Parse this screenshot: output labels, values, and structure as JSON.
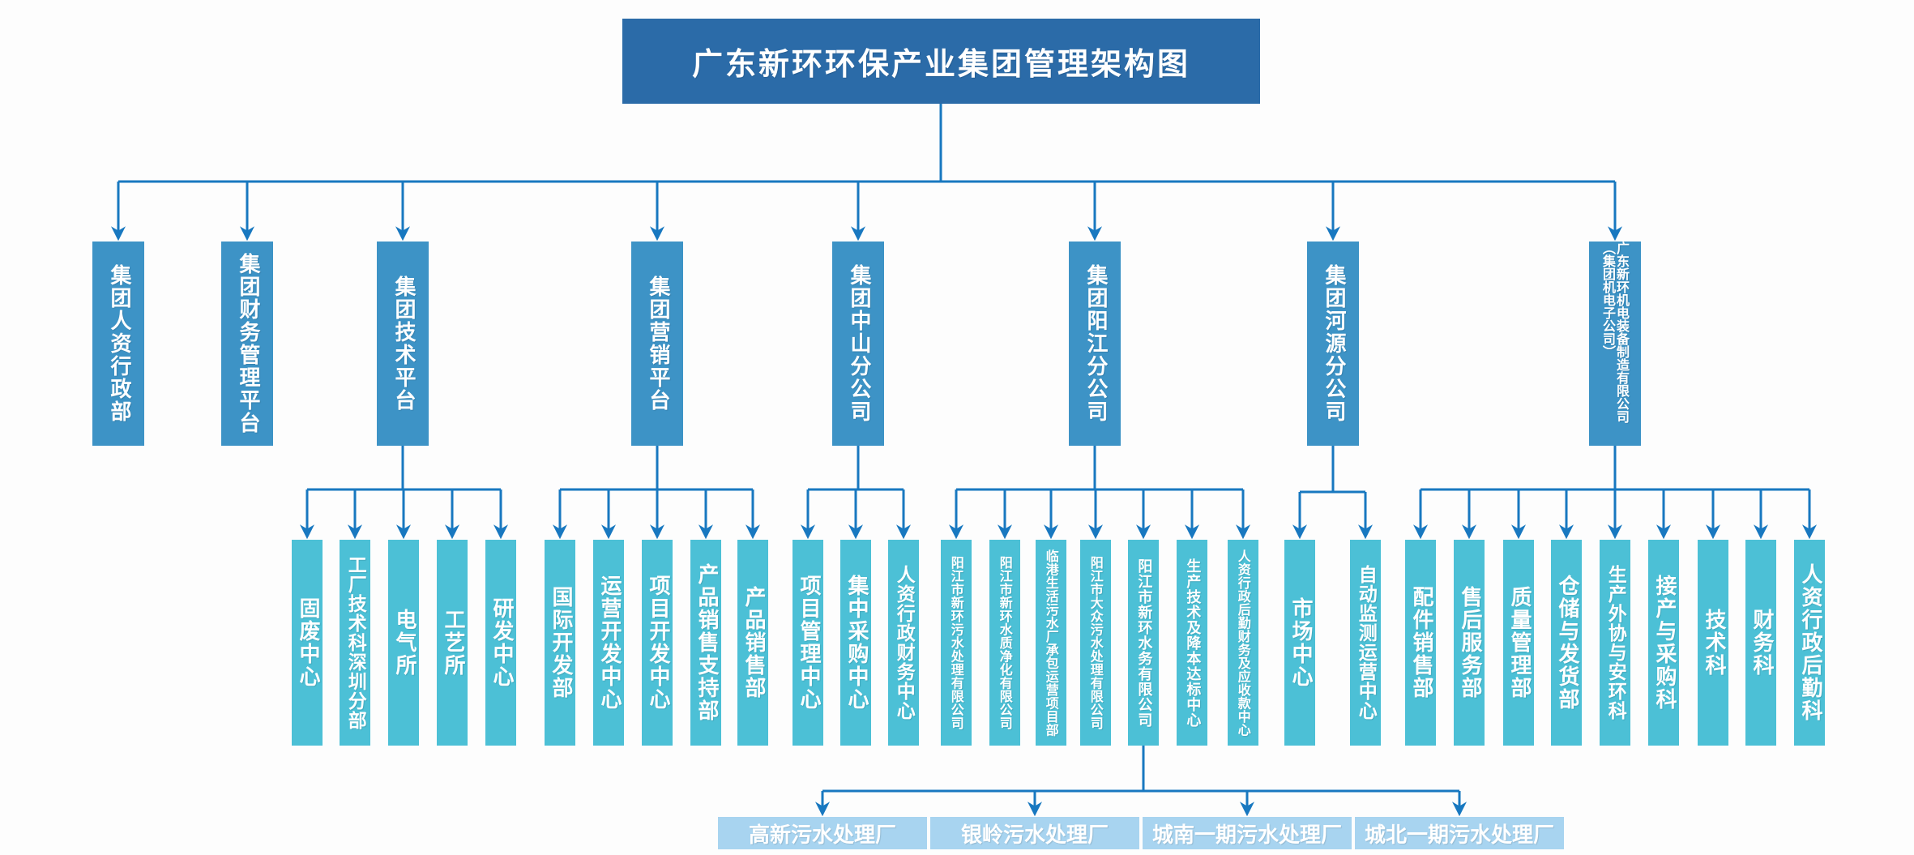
{
  "title": "广东新环环保产业集团管理架构图",
  "colors": {
    "title_bg": "#2B6BA8",
    "level2_bg": "#3D93C6",
    "level3_bg": "#4CC0D6",
    "level4_bg": "#A8D4F0",
    "connector": "#1878C0",
    "text": "#FFFFFF"
  },
  "level2": {
    "hr_admin": "集团人资行政部",
    "finance_platform": "集团财务管理平台",
    "tech_platform": "集团技术平台",
    "marketing_platform": "集团营销平台",
    "zhongshan_branch": "集团中山分公司",
    "yangjiang_branch": "集团阳江分公司",
    "heyuan_branch": "集团河源分公司",
    "equipment_company": "广东新环机电装备制造有限公司（集团机电子公司）"
  },
  "level3": {
    "tech_platform": [
      "固废中心",
      "工厂技术科深圳分部",
      "电气所",
      "工艺所",
      "研发中心"
    ],
    "marketing_platform": [
      "国际开发部",
      "运营开发中心",
      "项目开发中心",
      "产品销售支持部",
      "产品销售部"
    ],
    "zhongshan_branch": [
      "项目管理中心",
      "集中采购中心",
      "人资行政财务中心"
    ],
    "yangjiang_branch": [
      "阳江市新环污水处理有限公司",
      "阳江市新环水质净化有限公司",
      "临港生活污水厂承包运营项目部",
      "阳江市大众污水处理有限公司",
      "阳江市新环水务有限公司",
      "生产技术及降本达标中心",
      "人资行政后勤财务及应收款中心"
    ],
    "heyuan_branch": [
      "市场中心",
      "自动监测运营中心"
    ],
    "equipment_company": [
      "配件销售部",
      "售后服务部",
      "质量管理部",
      "仓储与发货部",
      "生产外协与安环科",
      "接产与采购科",
      "技术科",
      "财务科",
      "人资行政后勤科"
    ]
  },
  "level4": {
    "xinhuan_water_company": [
      "高新污水处理厂",
      "银岭污水处理厂",
      "城南一期污水处理厂",
      "城北一期污水处理厂"
    ]
  }
}
